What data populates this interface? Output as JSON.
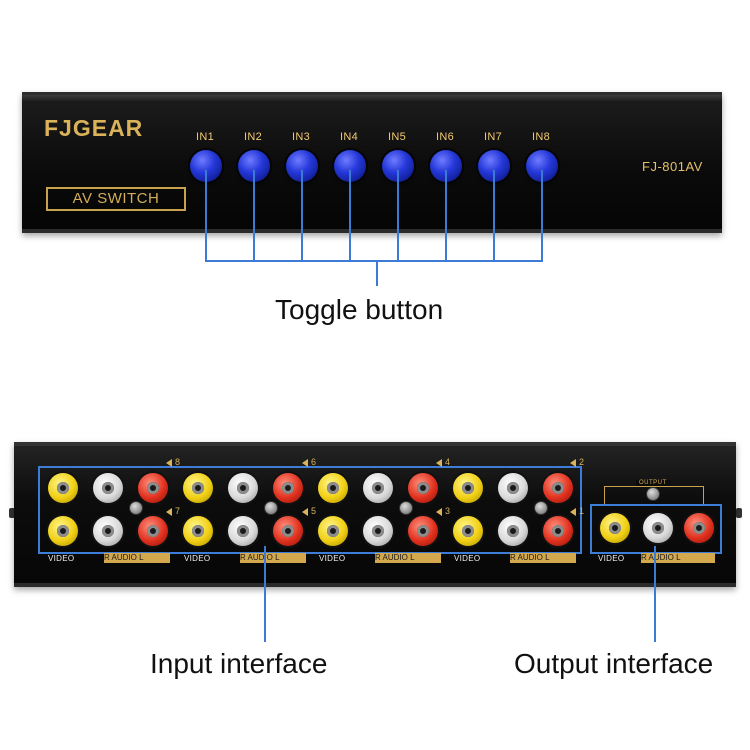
{
  "front_panel": {
    "brand": "FJGEAR",
    "product_label": "AV SWITCH",
    "model": "FJ-801AV",
    "inputs": [
      "IN1",
      "IN2",
      "IN3",
      "IN4",
      "IN5",
      "IN6",
      "IN7",
      "IN8"
    ],
    "button_color": "#2438d8"
  },
  "callouts": {
    "toggle": "Toggle button",
    "input": "Input interface",
    "output": "Output interface",
    "line_color": "#3b7bd6"
  },
  "back_panel": {
    "group_numbers": [
      "8",
      "7",
      "6",
      "5",
      "4",
      "3",
      "2",
      "1"
    ],
    "video_label": "VIDEO",
    "audio_label": "R   AUDIO   L",
    "output_title": "OUTPUT",
    "connector_colors": {
      "video": "yellow",
      "audio_right": "white",
      "audio_left": "red"
    }
  }
}
